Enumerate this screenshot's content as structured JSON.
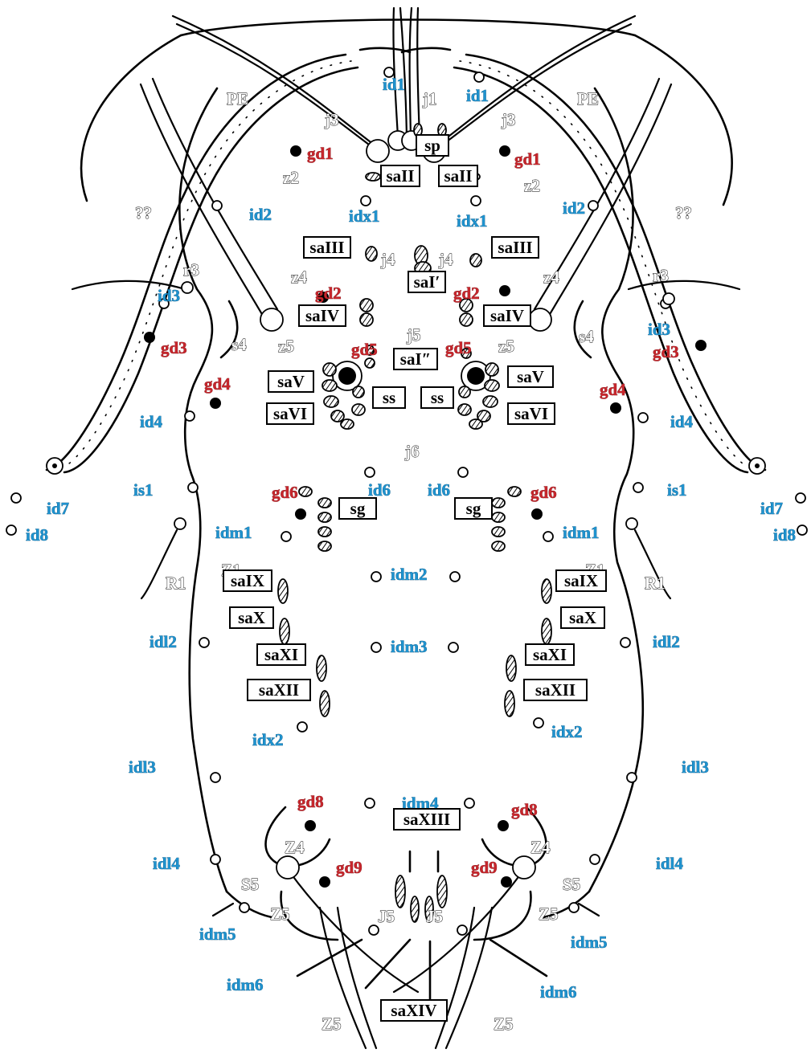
{
  "labels": {
    "outline": [
      "PE",
      "PE",
      "??",
      "??",
      "r3",
      "r3",
      "s4",
      "s4",
      "j1",
      "j3",
      "j3",
      "z2",
      "z2",
      "z4",
      "z4",
      "j4",
      "j4",
      "z5",
      "z5",
      "j5",
      "j6",
      "R1",
      "R1",
      "Z1",
      "Z1",
      "Z4",
      "Z4",
      "S5",
      "S5",
      "Z5",
      "Z5",
      "J5",
      "J5",
      "Z5",
      "Z5"
    ],
    "blue": [
      "id1",
      "id1",
      "id2",
      "id2",
      "idx1",
      "idx1",
      "id3",
      "id3",
      "id4",
      "id4",
      "id6",
      "id6",
      "id7",
      "id7",
      "id8",
      "id8",
      "is1",
      "is1",
      "idm1",
      "idm1",
      "idm2",
      "idl2",
      "idl2",
      "idm3",
      "idx2",
      "idx2",
      "idl3",
      "idl3",
      "idm4",
      "idl4",
      "idl4",
      "idm5",
      "idm5",
      "idm6",
      "idm6"
    ],
    "red": [
      "gd1",
      "gd1",
      "gd2",
      "gd2",
      "gd3",
      "gd3",
      "gd4",
      "gd4",
      "gd5",
      "gd5",
      "gd6",
      "gd6",
      "gd8",
      "gd8",
      "gd9",
      "gd9"
    ],
    "boxed": [
      "sp",
      "saII",
      "saII",
      "saIII",
      "saIII",
      "saI′",
      "saIV",
      "saIV",
      "saI″",
      "saV",
      "saV",
      "ss",
      "ss",
      "saVI",
      "saVI",
      "sg",
      "sg",
      "saIX",
      "saIX",
      "saX",
      "saX",
      "saXI",
      "saXI",
      "saXII",
      "saXII",
      "saXIII",
      "saXIV"
    ]
  },
  "colors": {
    "pore_label": "#1f93cf",
    "gland_label": "#c7262c",
    "line": "#000000",
    "background": "#ffffff"
  }
}
